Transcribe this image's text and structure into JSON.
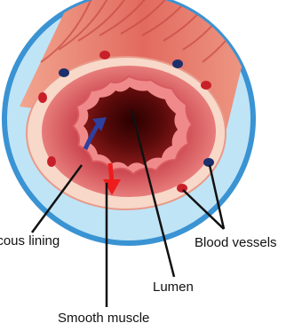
{
  "labels": {
    "mucous_lining": "ucous lining",
    "blood_vessels": "Blood vessels",
    "lumen": "Lumen",
    "smooth_muscle": "Smooth muscle"
  },
  "colors": {
    "frame_ring": "#3a93d3",
    "frame_fill": "#bfe4f6",
    "muscle_outer": "#e8786a",
    "serosa": "#f8d8c8",
    "wall": "#e46468",
    "lumen_dark": "#4e0606",
    "vessel_blue": "#1c2f6b",
    "vessel_red": "#c8202a",
    "arrow_blue": "#2f3f9e",
    "arrow_red": "#ee1c1c",
    "leader_line": "#111111"
  }
}
